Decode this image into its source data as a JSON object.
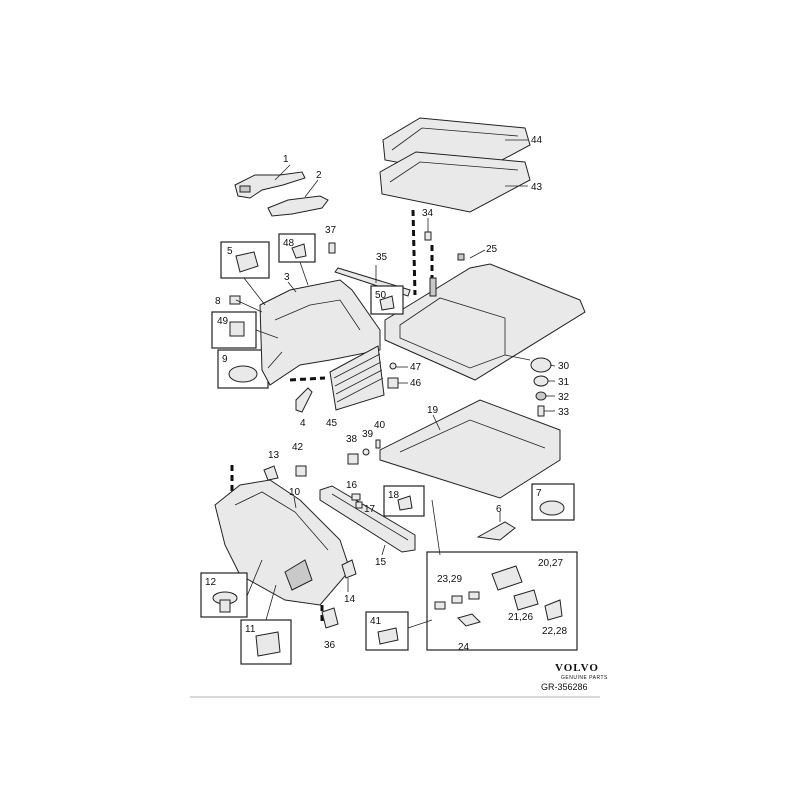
{
  "callouts": {
    "c1": "1",
    "c2": "2",
    "c3": "3",
    "c4": "4",
    "c5": "5",
    "c6": "6",
    "c7": "7",
    "c8": "8",
    "c9": "9",
    "c10": "10",
    "c11": "11",
    "c12": "12",
    "c13": "13",
    "c14": "14",
    "c15": "15",
    "c16": "16",
    "c17": "17",
    "c18": "18",
    "c19": "19",
    "c2027": "20,27",
    "c2126": "21,26",
    "c2228": "22,28",
    "c2329": "23,29",
    "c24": "24",
    "c25": "25",
    "c30": "30",
    "c31": "31",
    "c32": "32",
    "c33": "33",
    "c34": "34",
    "c35": "35",
    "c36": "36",
    "c37": "37",
    "c38": "38",
    "c39": "39",
    "c40": "40",
    "c41": "41",
    "c42": "42",
    "c43": "43",
    "c44": "44",
    "c45": "45",
    "c46": "46",
    "c47": "47",
    "c48": "48",
    "c49": "49",
    "c50": "50"
  },
  "brand": {
    "name": "VOLVO",
    "sub": "GENUINE PARTS"
  },
  "reference": "GR-356286"
}
